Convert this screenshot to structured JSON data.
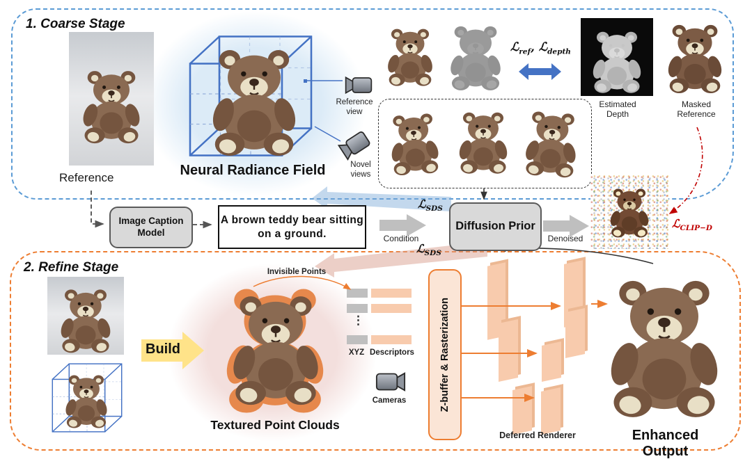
{
  "coarse": {
    "title": "1. Coarse Stage",
    "reference_label": "Reference",
    "nerf_label": "Neural Radiance Field",
    "reference_view_label": "Reference view",
    "novel_views_label": "Novel views",
    "estimated_depth_label": "Estimated Depth",
    "masked_reference_label": "Masked Reference"
  },
  "mid": {
    "caption_model_label": "Image Caption Model",
    "prompt_text": "A brown teddy bear sitting on a ground.",
    "condition_label": "Condition",
    "diffusion_prior_label": "Diffusion Prior",
    "denoised_label": "Denoised"
  },
  "refine": {
    "title": "2. Refine Stage",
    "build_label": "Build",
    "invisible_points_label": "Invisible Points",
    "xyz_label": "XYZ",
    "descriptors_label": "Descriptors",
    "ellipsis": "⋮",
    "cameras_label": "Cameras",
    "zbuffer_label": "Z-buffer & Rasterization",
    "textured_label": "Textured Point Clouds",
    "deferred_label": "Deferred Renderer",
    "enhanced_label": "Enhanced Output"
  },
  "losses": {
    "script": "ℒ",
    "ref": "ref",
    "sep": ", ",
    "depth": "depth",
    "sds": "SDS",
    "clip": "CLIP−D"
  },
  "icons": {
    "reference_view_camera": "video-camera-icon",
    "novel_views_camera": "video-camera-icon",
    "cameras": "video-camera-icon"
  },
  "colors": {
    "coarse_border": "#5B9BD5",
    "refine_border": "#ED7D31",
    "blue_accent": "#4472C4",
    "red_loss": "#C00000",
    "gray_box_fill": "#D9D9D9",
    "gray_box_border": "#595959",
    "gray_arrow": "#BFBFBF",
    "peach_plane": "#F8CBAD",
    "zbuffer_fill": "#FBE5D6",
    "build_yellow": "#FFE389",
    "nerf_ellipse": "#DCEBF7",
    "pointcloud_ellipse": "#F3DFDD"
  }
}
